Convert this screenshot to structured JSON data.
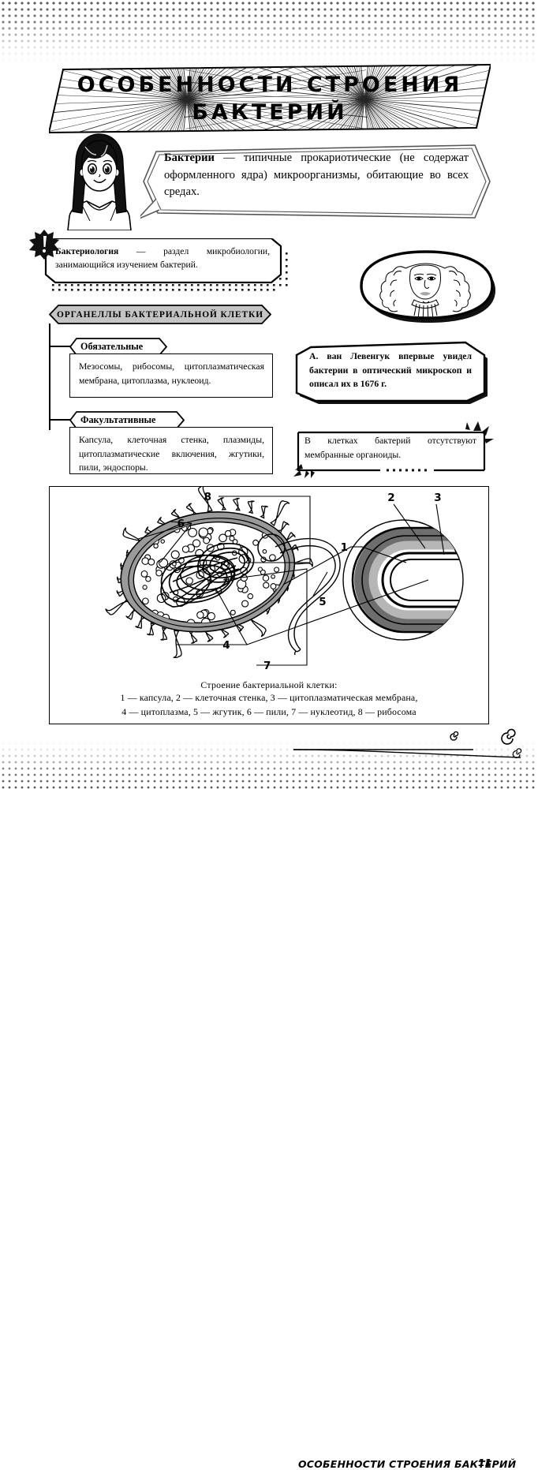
{
  "page": {
    "number": "11",
    "footer_title": "ОСОБЕННОСТИ СТРОЕНИЯ БАКТЕРИЙ",
    "language": "ru"
  },
  "title_banner": {
    "line1": "ОСОБЕННОСТИ  СТРОЕНИЯ",
    "line2": "БАКТЕРИЙ"
  },
  "main_definition": {
    "term": "Бактерии",
    "dash": " — ",
    "text": "типичные прокариотиче­ские (не содержат оформленного ядра) микроорганизмы, обитающие во всех средах."
  },
  "bacteriology": {
    "term": "Бактериология",
    "dash": " — ",
    "text": "раздел микробиологии, занимающийся изучением бактерий."
  },
  "organelles": {
    "header": "ОРГАНЕЛЛЫ  БАКТЕРИАЛЬНОЙ  КЛЕТКИ",
    "groups": [
      {
        "label": "Обязательные",
        "items_text": "Мезосомы, рибосомы, цитоплазма­тическая мембрана, цитоплазма, нуклеоид."
      },
      {
        "label": "Факультативные",
        "items_text": "Капсула, клеточная стенка, плаз­миды, цитоплазматические вклю­чения, жгутики, пили, эндоспоры."
      }
    ]
  },
  "leeuwenhoek": {
    "portrait_alt": "А. ван Левенгук",
    "caption": "А. ван Левенгук впервые увидел бактерии в оптиче­ский микроскоп и описал их в 1676 г."
  },
  "no_membrane_note": {
    "text": "В клетках бактерий отсутству­ют мембранные органоиды."
  },
  "diagram": {
    "caption_title": "Строение бактериальной клетки:",
    "caption_line1": "1 — капсула, 2 — клеточная стенка, 3 — цитоплазматическая мембрана,",
    "caption_line2": "4 — цитоплазма, 5 — жгутик, 6 — пили, 7 — нуклеотид, 8 — рибосома",
    "labels": [
      "1",
      "2",
      "3",
      "4",
      "5",
      "6",
      "7",
      "8"
    ],
    "legend": [
      {
        "n": "1",
        "name": "капсула"
      },
      {
        "n": "2",
        "name": "клеточная стенка"
      },
      {
        "n": "3",
        "name": "цитоплазматическая мембрана"
      },
      {
        "n": "4",
        "name": "цитоплазма"
      },
      {
        "n": "5",
        "name": "жгутик"
      },
      {
        "n": "6",
        "name": "пили"
      },
      {
        "n": "7",
        "name": "нуклеотид"
      },
      {
        "n": "8",
        "name": "рибосома"
      }
    ]
  },
  "colors": {
    "ink": "#000000",
    "paper": "#ffffff",
    "gray_fill": "#9a9a9a",
    "light_gray": "#c9c9c9",
    "header_gray": "#c4c4c4",
    "halftone": "#555555"
  }
}
